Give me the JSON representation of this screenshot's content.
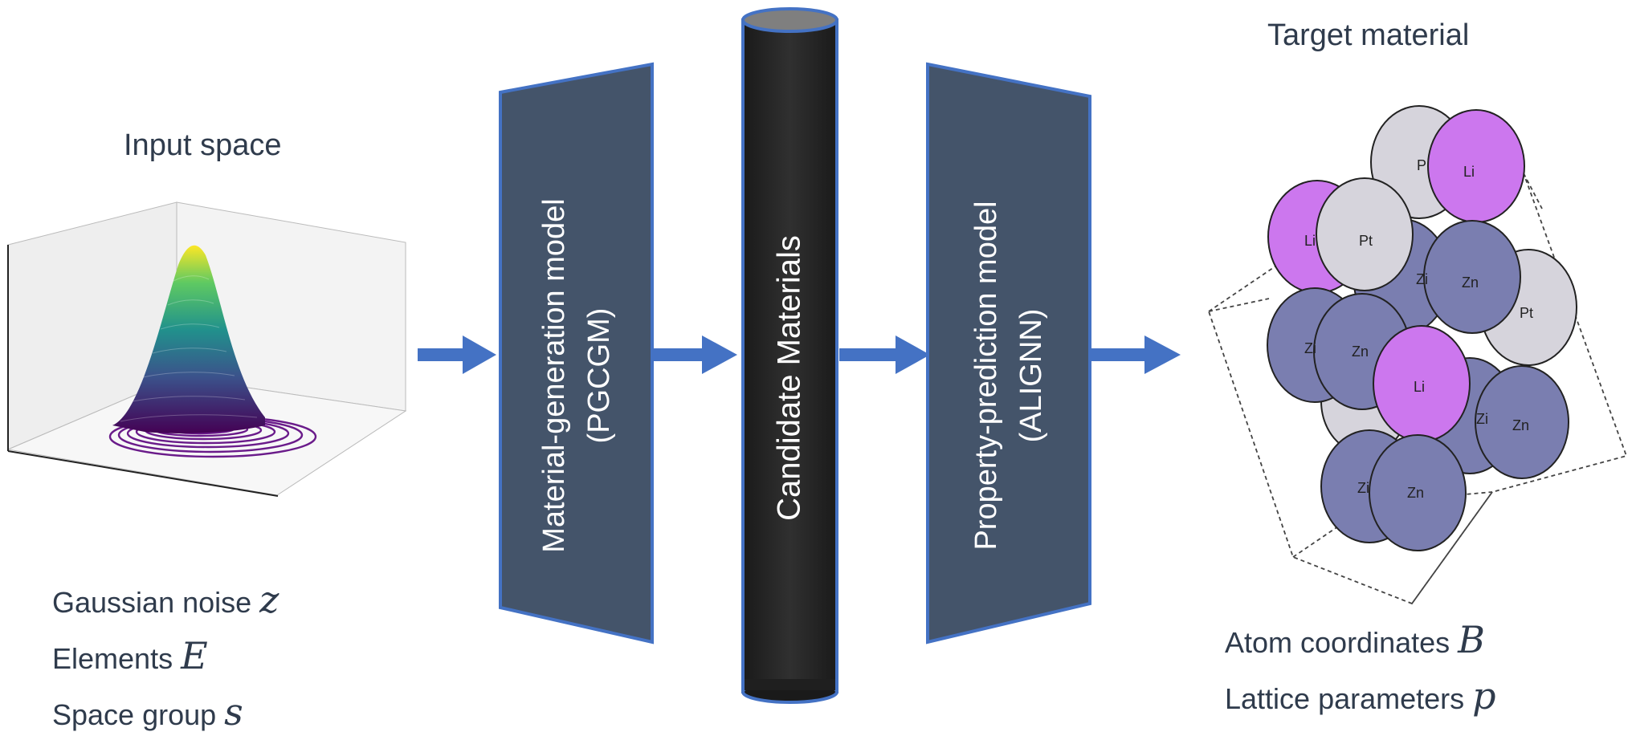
{
  "input": {
    "title": "Input space",
    "items": [
      {
        "label": "Gaussian noise",
        "var": "z"
      },
      {
        "label": "Elements",
        "var": "E"
      },
      {
        "label": "Space group",
        "var": "s"
      }
    ]
  },
  "models": {
    "generation": {
      "line1": "Material-generation model",
      "line2": "(PGCGM)"
    },
    "candidates": {
      "label": "Candidate Materials"
    },
    "prediction": {
      "line1": "Property-prediction model",
      "line2": "(ALIGNN)"
    }
  },
  "output": {
    "title": "Target material",
    "items": [
      {
        "label": "Atom coordinates",
        "var": "B"
      },
      {
        "label": "Lattice parameters",
        "var": "p"
      }
    ]
  },
  "atoms": [
    {
      "label": "P"
    },
    {
      "label": "Li"
    },
    {
      "label": "Li"
    },
    {
      "label": "Pt"
    },
    {
      "label": "Zi"
    },
    {
      "label": "Zn"
    },
    {
      "label": "Pt"
    },
    {
      "label": "Zi"
    },
    {
      "label": "Zn"
    },
    {
      "label": "Li"
    },
    {
      "label": "Zi"
    },
    {
      "label": "Zn"
    },
    {
      "label": "Zi"
    },
    {
      "label": "Zn"
    }
  ],
  "colors": {
    "panel_fill": "#44546a",
    "panel_border": "#4472c4",
    "arrow": "#4472c4",
    "cylinder": "#262626",
    "cylinder_top": "#7f7f7f",
    "atom_zn": "#7a7eb0",
    "atom_li": "#cc77ee",
    "atom_pt": "#d6d4dc"
  }
}
